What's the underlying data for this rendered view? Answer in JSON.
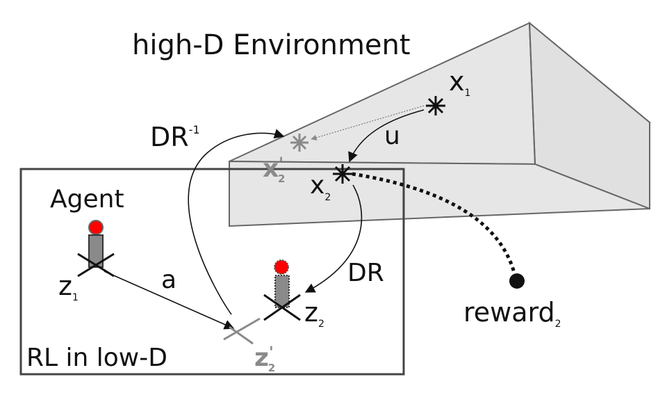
{
  "environment": {
    "title": "high-D Environment",
    "fill": "#e6e6e6",
    "stroke": "#666666"
  },
  "low_d_box": {
    "label": "RL in low-D",
    "stroke": "#444444"
  },
  "agent": {
    "label": "Agent",
    "head_color": "#ff0000",
    "body_color": "#8a8a8a"
  },
  "states": {
    "x1": {
      "base": "x",
      "sub": "1"
    },
    "x2": {
      "base": "x",
      "sub": "2"
    },
    "x2_prime": {
      "base": "x",
      "mark": "'",
      "sub": "2"
    },
    "z1": {
      "base": "z",
      "sub": "1"
    },
    "z2": {
      "base": "z",
      "sub": "2"
    },
    "z2_prime": {
      "base": "z",
      "mark": "'",
      "sub": "2"
    }
  },
  "arrows": {
    "u": "u",
    "a": "a",
    "dr": "DR",
    "dr_inverse": {
      "base": "DR",
      "sup": "-1"
    }
  },
  "reward": {
    "base": "reward",
    "sub": "2"
  },
  "colors": {
    "ink": "#111111",
    "ghost": "#8a8a8a"
  }
}
